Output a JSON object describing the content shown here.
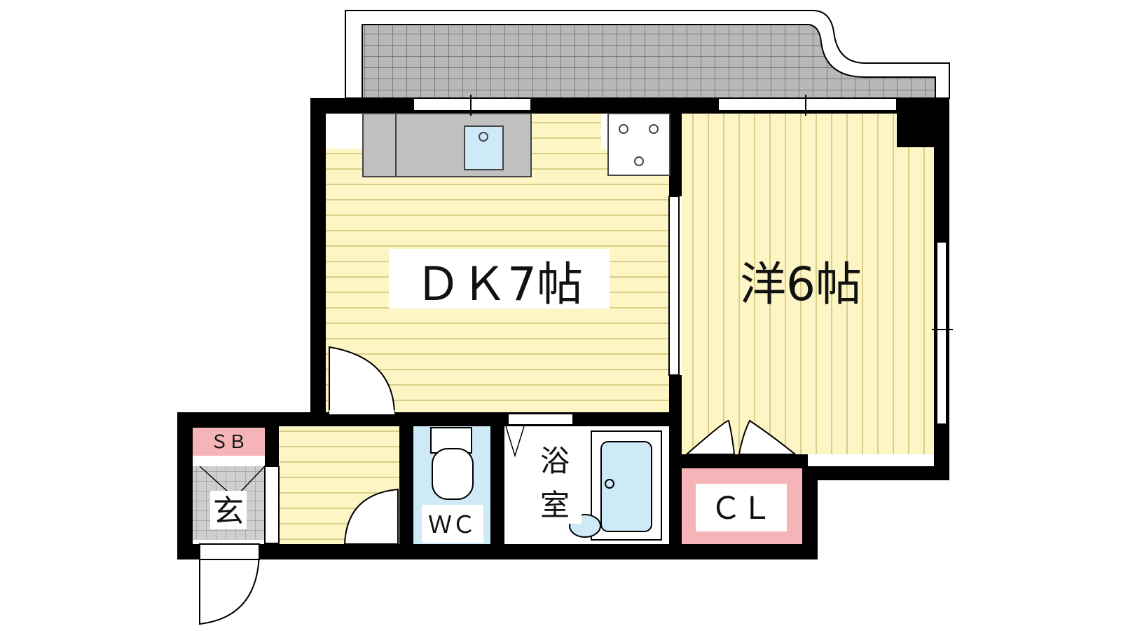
{
  "rooms": {
    "dk": "ＤＫ7帖",
    "western": "洋6帖",
    "bath": [
      "浴",
      "室"
    ],
    "wc": "ＷＣ",
    "closet": "ＣＬ",
    "shoe_box": "ＳＢ",
    "entrance": "玄"
  },
  "colors": {
    "wall": "#000000",
    "floor_wood": "#fdf6c4",
    "floor_line": "#d9cf8a",
    "wc_floor": "#cfeaf7",
    "bath_tub": "#cfeaf7",
    "label_pink": "#f5b5b8",
    "balcony_grid": "#b8b8b8",
    "kitchen_counter": "#c0c0c0",
    "entrance_tile": "#cfcfcf"
  }
}
